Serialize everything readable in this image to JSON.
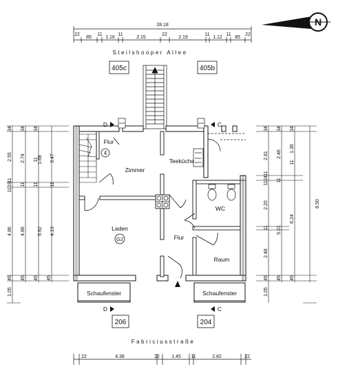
{
  "streets": {
    "top": "Steilshooper Allee",
    "bottom": "Fabriciusstraße"
  },
  "house_numbers": {
    "top_left": "405c",
    "top_right": "405b",
    "bottom_left": "206",
    "bottom_right": "204"
  },
  "rooms": {
    "flur_top": "Flur",
    "zimmer": "Zimmer",
    "teekueche": "Teeküche",
    "wc": "WC",
    "laden": "Laden",
    "laden_id": "G2",
    "flur_mid": "Flur",
    "raum": "Raum",
    "schaufenster_left": "Schaufenster",
    "schaufenster_right": "Schaufenster"
  },
  "stair_marker": "4",
  "section_marks": {
    "d_top": "D",
    "c_top": "C",
    "d_bottom": "D",
    "c_bottom": "C"
  },
  "compass_letter": "N",
  "dimensions": {
    "top_total": "28.18",
    "top_segments": [
      "22",
      "85",
      "11",
      "1.16",
      "11",
      "2.15",
      "22",
      "2.19",
      "11",
      "1.12",
      "11",
      "85",
      "22"
    ],
    "bottom_segments": [
      "22",
      "4.38",
      "22",
      "1.45",
      "11",
      "2.82",
      "22"
    ],
    "left_col1": [
      "34",
      "2.55",
      "11",
      "19",
      "11",
      "4.86",
      "45",
      "1.05"
    ],
    "left_col2": [
      "34",
      "2.74",
      "11",
      "4.86",
      "45"
    ],
    "left_col3": [
      "34",
      "11",
      "1.68",
      "11",
      "5.92",
      "45"
    ],
    "left_col4": [
      "3.47",
      "11",
      "4.13",
      "45"
    ],
    "right_col1": [
      "34",
      "2.81",
      "11",
      "24",
      "11",
      "2.20",
      "11",
      "2.48",
      "45",
      "1.05"
    ],
    "right_col2": [
      "34",
      "2.46",
      "11",
      "5.01",
      "45"
    ],
    "right_col3": [
      "34",
      "1.36",
      "11",
      "6.24",
      "45"
    ],
    "right_total": "8.50"
  }
}
